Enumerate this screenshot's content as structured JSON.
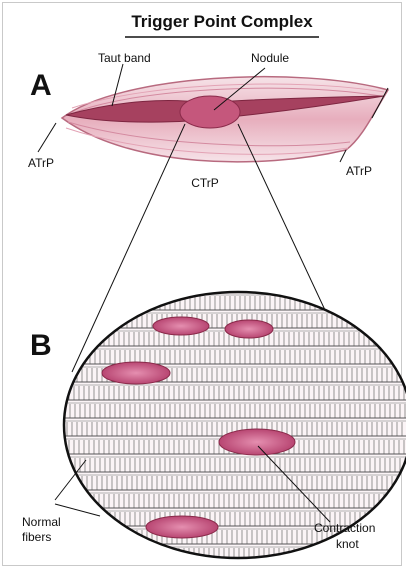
{
  "title": "Trigger Point Complex",
  "panel_a": {
    "letter": "A",
    "labels": {
      "taut_band": "Taut band",
      "nodule": "Nodule",
      "atrp_left": "ATrP",
      "atrp_right": "ATrP",
      "ctrp": "CTrP"
    }
  },
  "panel_b": {
    "letter": "B",
    "labels": {
      "normal_fibers_line1": "Normal",
      "normal_fibers_line2": "fibers",
      "contraction_knot_line1": "Contraction",
      "contraction_knot_line2": "knot"
    }
  },
  "colors": {
    "muscle_pink": "#c9607a",
    "band_dark": "#a03352",
    "knot_fill": "#c25780",
    "fiber_stroke": "#6a6a6a",
    "ink": "#111111"
  }
}
